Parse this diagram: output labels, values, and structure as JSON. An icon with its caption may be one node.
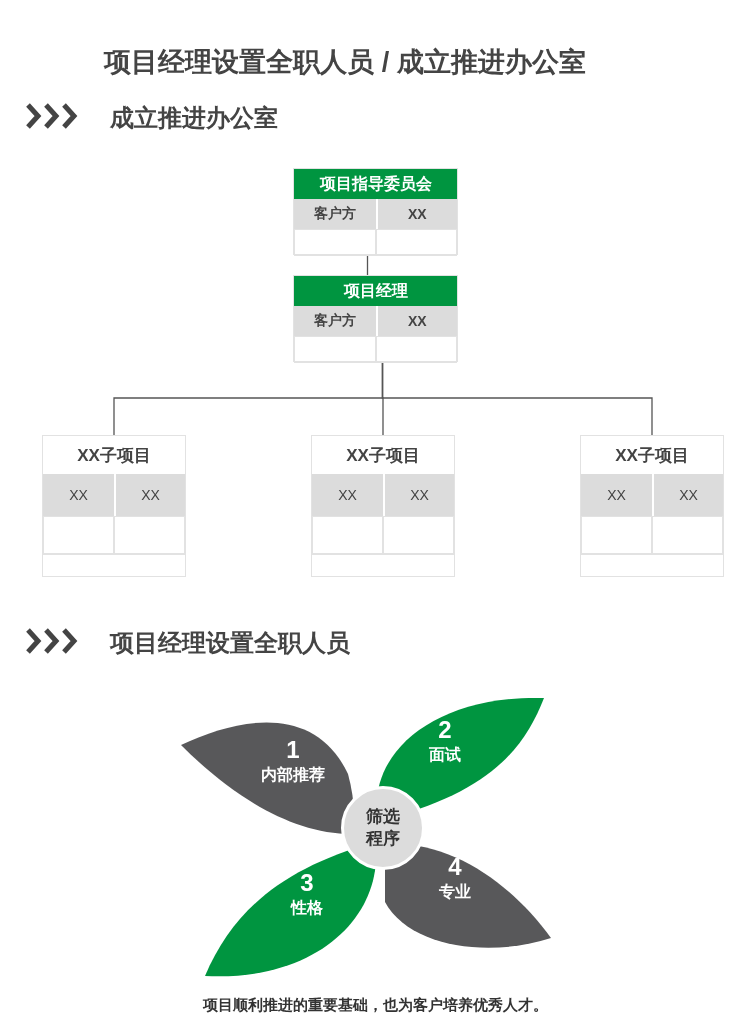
{
  "diagram": {
    "title": "项目经理设置全职人员 / 成立推进办公室",
    "caption": "项目顺利推进的重要基础，也为客户培养优秀人才。",
    "nodes": [
      {
        "text": [
          "项目指导委员会",
          "客户方",
          "XX"
        ]
      },
      {
        "text": [
          "项目经理",
          "客户方",
          "XX"
        ]
      },
      {
        "text": [
          "XX子项目",
          "XX",
          "XX"
        ]
      },
      {
        "text": [
          "XX子项目",
          "XX",
          "XX"
        ]
      },
      {
        "text": [
          "XX子项目",
          "XX",
          "XX"
        ]
      },
      {
        "text": [
          "1",
          "内部推荐"
        ]
      },
      {
        "text": [
          "2",
          "面试"
        ]
      },
      {
        "text": [
          "3",
          "性格"
        ]
      },
      {
        "text": [
          "4",
          "专业"
        ]
      },
      {
        "text": [
          "筛选程序"
        ]
      }
    ],
    "edges": [
      {
        "from": 0,
        "to": 1,
        "arrow": "none"
      },
      {
        "from": 1,
        "to": 2,
        "arrow": "none"
      },
      {
        "from": 1,
        "to": 3,
        "arrow": "none"
      },
      {
        "from": 1,
        "to": 4,
        "arrow": "none"
      }
    ],
    "labels": [
      "成立推进办公室",
      "项目经理设置全职人员"
    ]
  }
}
